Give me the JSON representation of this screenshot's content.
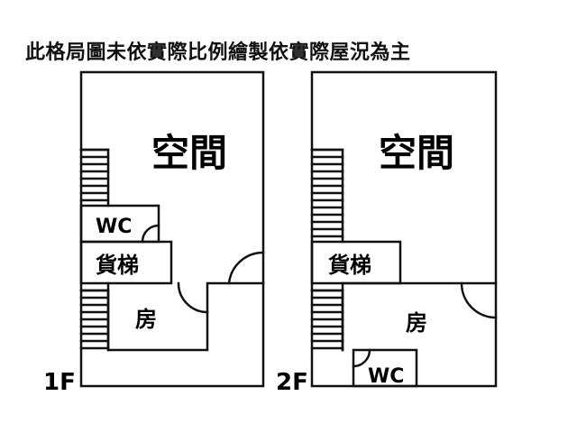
{
  "note": "此格局圖未依實際比例繪製依實際屋況為主",
  "floor1": {
    "label": "1F",
    "space": "空間",
    "wc": "WC",
    "elevator": "貨梯",
    "room": "房"
  },
  "floor2": {
    "label": "2F",
    "space": "空間",
    "wc": "WC",
    "elevator": "貨梯",
    "room": "房"
  }
}
